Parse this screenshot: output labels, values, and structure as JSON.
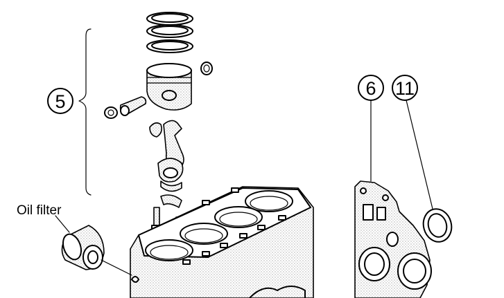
{
  "callouts": {
    "piston_assembly": "5",
    "timing_cover": "6",
    "oil_seal": "11"
  },
  "labels": {
    "oil_filter": "Oil filter"
  }
}
